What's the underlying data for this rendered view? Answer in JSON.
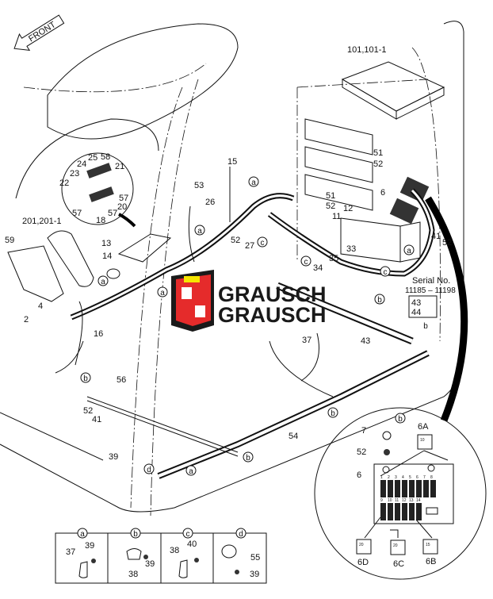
{
  "front_label": "FRONT",
  "labels": {
    "p101": "101,101-1",
    "p51a": "51",
    "p52a": "52",
    "p15": "15",
    "p53": "53",
    "p26": "26",
    "p52b": "52",
    "p27": "27",
    "p24": "24",
    "p25": "25",
    "p58": "58",
    "p21": "21",
    "p23": "23",
    "p22": "22",
    "p57a": "57",
    "p20": "20",
    "p57b": "57",
    "p18": "18",
    "p57c": "57",
    "p201": "201,201-1",
    "p59": "59",
    "p13": "13",
    "p14": "14",
    "p4": "4",
    "p2": "2",
    "p16": "16",
    "p51b": "51",
    "p52c": "52",
    "p12": "12",
    "p11": "11",
    "p6": "6",
    "p41a": "41",
    "p52d": "52",
    "p33": "33",
    "p35": "35",
    "p34": "34",
    "p37": "37",
    "p43": "43",
    "p56": "56",
    "p52e": "52",
    "p41b": "41",
    "p39": "39",
    "p54": "54",
    "p7": "7",
    "p6A": "6A",
    "p52f": "52",
    "p6b": "6",
    "p6D": "6D",
    "p6C": "6C",
    "p6B": "6B"
  },
  "serial": {
    "title": "Serial No.",
    "range": "11185 – 11198",
    "p43": "43",
    "p44": "44"
  },
  "callouts": {
    "a": "a",
    "b": "b",
    "c": "c",
    "d": "d"
  },
  "fuses": {
    "top_row": [
      "1",
      "2",
      "3",
      "4",
      "5",
      "6",
      "7",
      "8"
    ],
    "bottom_row": [
      "9",
      "10",
      "11",
      "12",
      "13",
      "14"
    ],
    "rating_6A": "10",
    "rating_6D": "20",
    "rating_6C": "20",
    "rating_6B": "15"
  },
  "legend": [
    {
      "key": "a",
      "parts": [
        "37",
        "39"
      ]
    },
    {
      "key": "b",
      "parts": [
        "38",
        "39"
      ]
    },
    {
      "key": "c",
      "parts": [
        "38",
        "40"
      ]
    },
    {
      "key": "d",
      "parts": [
        "55",
        "39"
      ]
    }
  ],
  "watermark": {
    "line1": "GRAUSCH",
    "line2": "GRAUSCH",
    "colors": {
      "red": "#e52b2b",
      "dark": "#1a1a1a",
      "yellow": "#f5e400"
    }
  }
}
